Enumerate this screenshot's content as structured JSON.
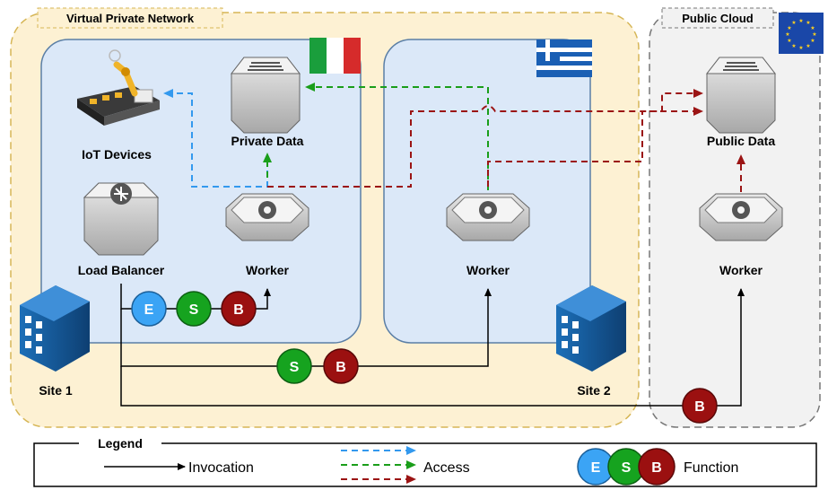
{
  "regions": {
    "vpn_title": "Virtual Private Network",
    "cloud_title": "Public Cloud"
  },
  "nodes": {
    "iot": "IoT Devices",
    "private_data": "Private Data",
    "load_balancer": "Load Balancer",
    "worker_site1": "Worker",
    "worker_site2": "Worker",
    "public_data": "Public Data",
    "worker_cloud": "Worker"
  },
  "sites": {
    "site1": "Site 1",
    "site2": "Site 2"
  },
  "badges": {
    "e": "E",
    "s": "S",
    "b": "B"
  },
  "legend": {
    "title": "Legend",
    "invocation": "Invocation",
    "access": "Access",
    "function": "Function"
  },
  "colors": {
    "vpn_fill": "#fdf1d3",
    "vpn_border": "#d6b656",
    "site_fill": "#dbe8f8",
    "site_border": "#5b7fa6",
    "cloud_fill": "#f2f2f2",
    "access_blue": "#3399ee",
    "access_green": "#1a9e1a",
    "access_red": "#9b1414",
    "badge_e": "#3ba4f5",
    "badge_s": "#16a31f",
    "badge_b": "#9b1010"
  },
  "flags": [
    "italy-flag",
    "greece-flag",
    "eu-flag"
  ]
}
